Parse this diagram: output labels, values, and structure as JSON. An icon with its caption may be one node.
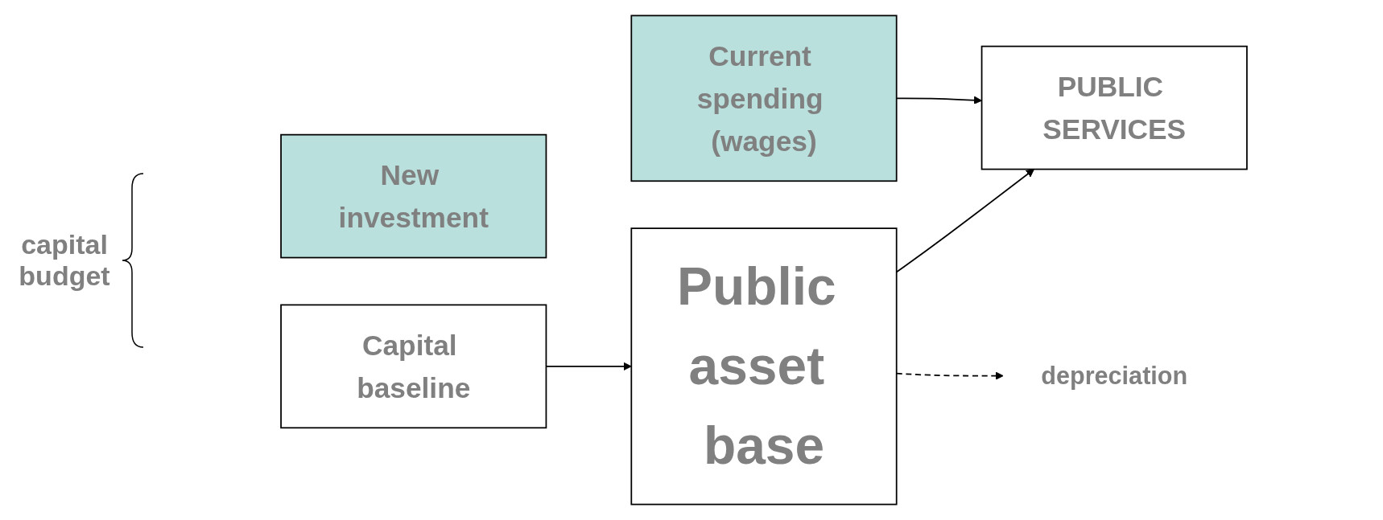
{
  "diagram": {
    "nodes": [
      {
        "text": [
          "depreciation"
        ]
      },
      {
        "text": [
          "Current spending (wages)"
        ]
      },
      {
        "text": [
          "PUBLIC SERVICES"
        ]
      },
      {
        "text": [
          "New investment"
        ]
      },
      {
        "text": [
          "Capital baseline"
        ]
      },
      {
        "text": [
          "Public asset base"
        ]
      }
    ],
    "edges": [
      {
        "from": 1,
        "to": 2,
        "arrow": "to"
      },
      {
        "from": 5,
        "to": 2,
        "arrow": "to"
      },
      {
        "from": 4,
        "to": 5,
        "arrow": "to"
      },
      {
        "from": 5,
        "to": 0,
        "arrow": "to",
        "style": "dashed"
      }
    ],
    "labels": [
      "capital budget"
    ]
  }
}
